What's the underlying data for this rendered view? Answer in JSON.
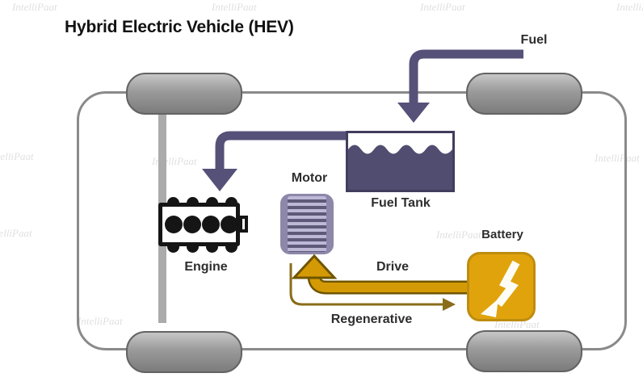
{
  "title": "Hybrid Electric Vehicle (HEV)",
  "watermark": {
    "text": "IntelliPaat"
  },
  "diagram": {
    "labels": {
      "fuel": "Fuel",
      "fuel_tank": "Fuel Tank",
      "motor": "Motor",
      "engine": "Engine",
      "battery": "Battery",
      "drive": "Drive",
      "regenerative": "Regenerative"
    },
    "components": [
      "Engine",
      "Motor",
      "Fuel Tank",
      "Battery"
    ],
    "flows": [
      {
        "name": "fuel-supply",
        "from": "Fuel",
        "to": "Fuel Tank"
      },
      {
        "name": "fuel-to-engine",
        "from": "Fuel Tank",
        "to": "Engine"
      },
      {
        "name": "drive",
        "from": "Battery",
        "to": "Motor",
        "label": "Drive"
      },
      {
        "name": "regenerative",
        "from": "Motor",
        "to": "Battery",
        "label": "Regenerative"
      }
    ],
    "icons": {
      "battery": "lightning-bolt-icon",
      "motor": "coil-windings-icon",
      "engine": "four-cylinder-engine-icon",
      "fuel_tank": "liquid-tank-icon"
    },
    "colors": {
      "fuel_flow_arrow": "#565178",
      "tank_liquid": "#514d70",
      "motor_cap": "#8d87a9",
      "motor_stripe_light": "#bcb8d6",
      "motor_stripe_dark": "#5e5979",
      "battery_fill": "#e1a30c",
      "drive_arrow": "#d49a06",
      "drive_arrow_outline": "#6f5500",
      "regenerative_arrow": "#8a6d1a",
      "wheel_gray": "#9a9a9a",
      "body_outline": "#8a8a8a",
      "engine_black": "#151515",
      "title_text": "#111111"
    }
  }
}
